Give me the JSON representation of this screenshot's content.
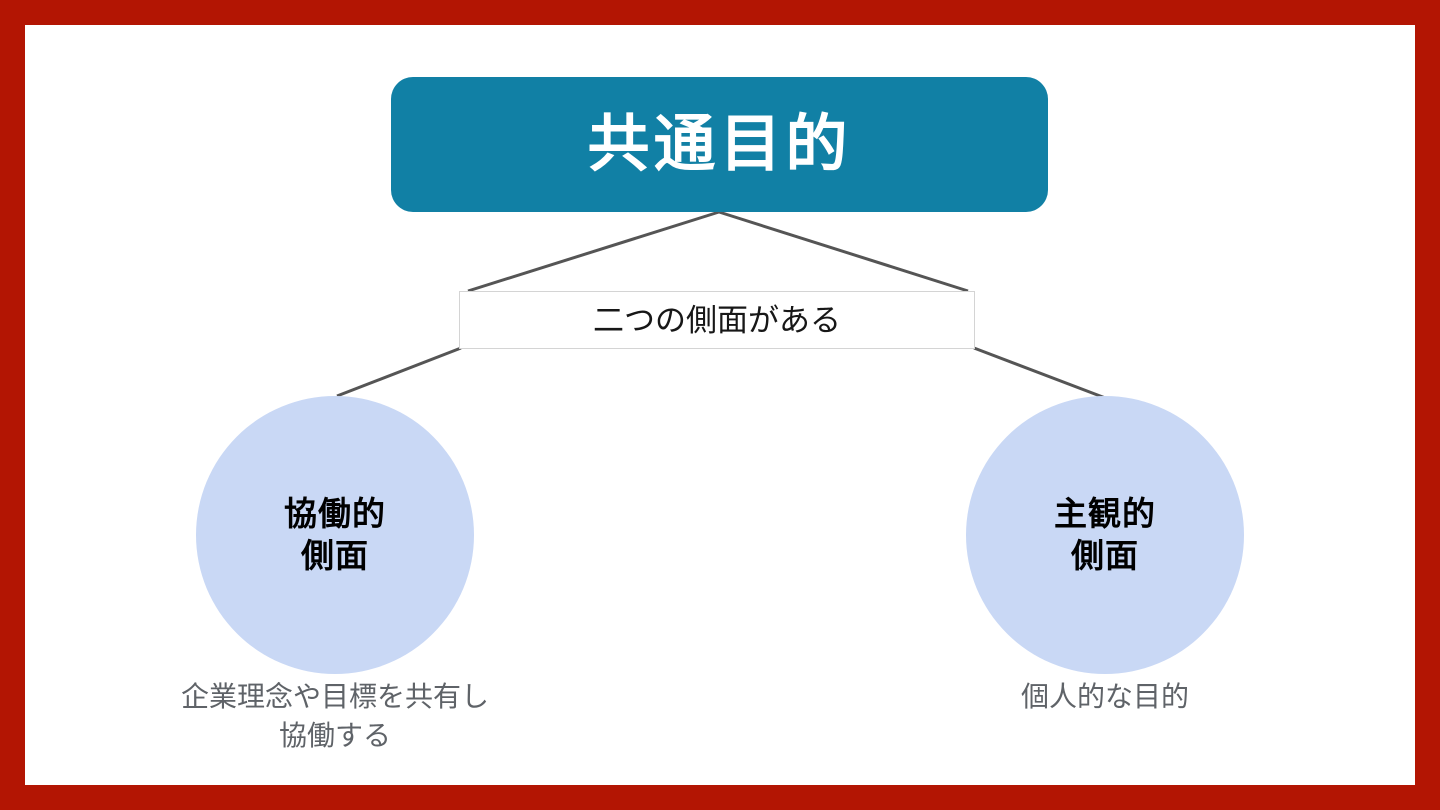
{
  "slide": {
    "border_color": "#b31503",
    "background_color": "#ffffff"
  },
  "title": {
    "text": "共通目的",
    "fill_color": "#1180a5",
    "text_color": "#ffffff"
  },
  "middle_label": {
    "text": "二つの側面がある",
    "fill_color": "#ffffff",
    "border_color": "#d4d4d4",
    "text_color": "#171717"
  },
  "branches": [
    {
      "id": "collaborative",
      "circle_color": "#c9d8f5",
      "heading_lines": [
        "協働的",
        "側面"
      ],
      "caption_lines": [
        "企業理念や目標を共有し",
        "協働する"
      ],
      "caption_color": "#5f6368"
    },
    {
      "id": "subjective",
      "circle_color": "#c9d8f5",
      "heading_lines": [
        "主観的",
        "側面"
      ],
      "caption_lines": [
        "個人的な目的"
      ],
      "caption_color": "#5f6368"
    }
  ],
  "connectors": {
    "line_color": "#555555",
    "line_width": 3
  }
}
